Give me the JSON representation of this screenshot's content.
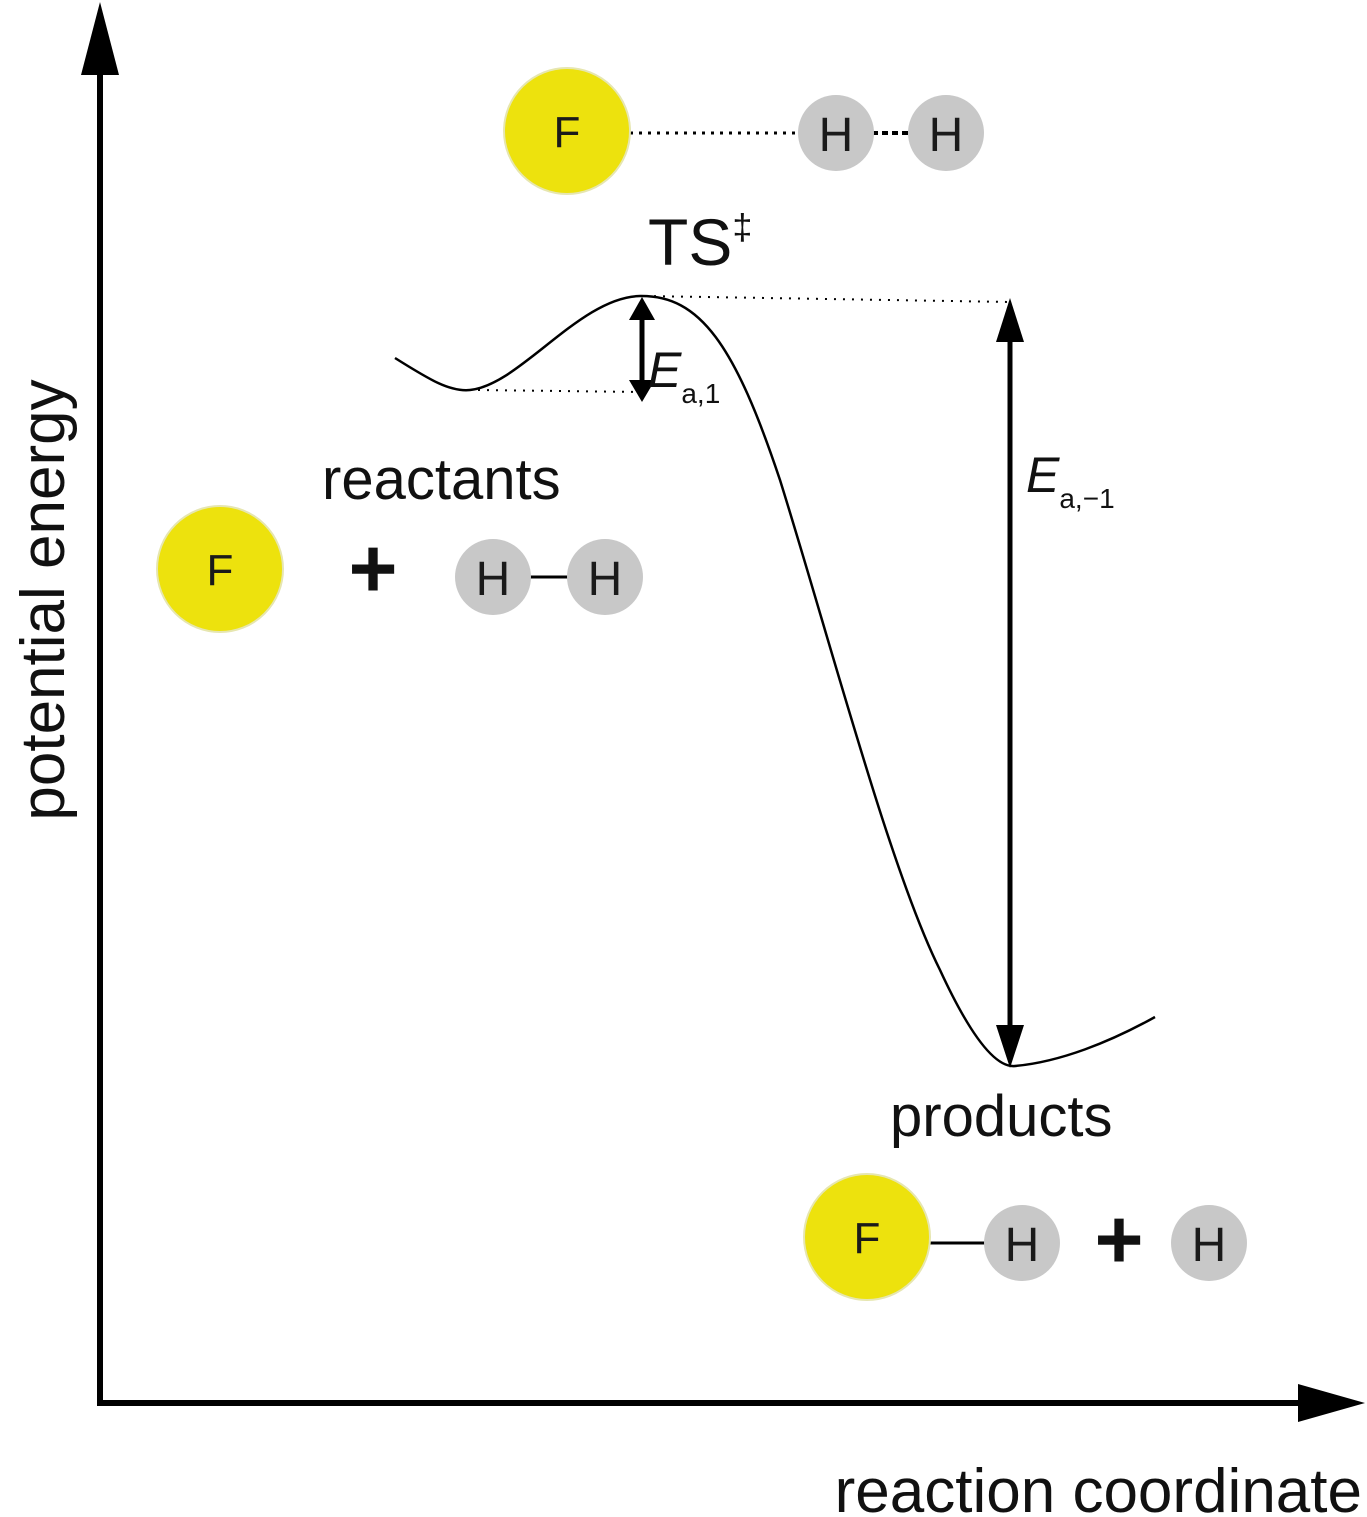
{
  "axes": {
    "y_label": "potential energy",
    "x_label": "reaction coordinate"
  },
  "labels": {
    "ts": "TS",
    "ts_superscript": "‡",
    "reactants": "reactants",
    "products": "products",
    "ea_forward_main": "E",
    "ea_forward_sub": "a,1",
    "ea_reverse_main": "E",
    "ea_reverse_sub": "a,−1"
  },
  "species": {
    "transition_state": {
      "atom1": "F",
      "atom2": "H",
      "atom3": "H"
    },
    "reactants": {
      "atom1": "F",
      "plus": "+",
      "atom2": "H",
      "atom3": "H"
    },
    "products": {
      "atom1": "F",
      "atom2": "H",
      "plus": "+",
      "atom3": "H"
    }
  },
  "colors": {
    "fluorine": "#ede20d",
    "hydrogen": "#c8c8c8",
    "line": "#000000"
  }
}
